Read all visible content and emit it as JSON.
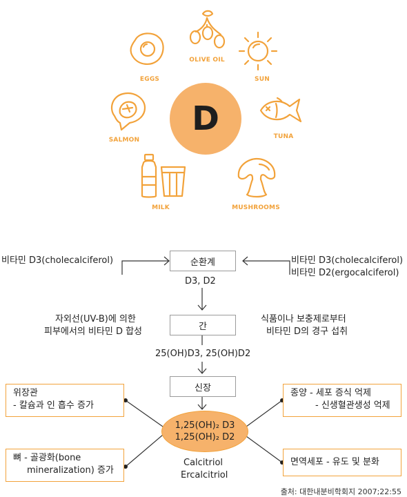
{
  "diagram": {
    "center_letter": "D",
    "foods": {
      "olive_oil": "OLIVE OIL",
      "eggs": "EGGS",
      "sun": "SUN",
      "salmon": "SALMON",
      "tuna": "TUNA",
      "milk": "MILK",
      "mushrooms": "MUSHROOMS"
    },
    "flow": {
      "left_top": "비타민 D3(cholecalciferol)",
      "right_top_line1": "비타민 D3(cholecalciferol)",
      "right_top_line2": "비타민 D2(ergocalciferol)",
      "box_circulation": "순환계",
      "under_circulation": "D3, D2",
      "left_mid_line1": "자외선(UV-B)에 의한",
      "left_mid_line2": "피부에서의 비타민 D 합성",
      "right_mid_line1": "식품이나 보충제로부터",
      "right_mid_line2": "비타민 D의 경구 섭취",
      "box_liver": "간",
      "under_liver": "25(OH)D3, 25(OH)D2",
      "box_kidney": "신장",
      "ellipse_line1": "1,25(OH)₂ D3",
      "ellipse_line2": "1,25(OH)₂ D2",
      "calcitriol": "Calcitriol",
      "ercalcitriol": "Ercalcitriol"
    },
    "effects": {
      "top_left_line1": "위장관",
      "top_left_line2": "- 칼슘과 인 흡수 증가",
      "bottom_left_line1": "뼈 - 골광화(bone",
      "bottom_left_line2": "mineralization) 증가",
      "top_right_line1": "종양 - 세포 증식 억제",
      "top_right_line2": "- 신생혈관생성 억제",
      "bottom_right": "면역세포 - 유도 및 분화"
    },
    "source": "출처: 대한내분비학회지 2007;22:55"
  },
  "colors": {
    "accent": "#f2a23a",
    "circle_fill": "#f6b26b",
    "box_border": "#9a9a9a"
  }
}
